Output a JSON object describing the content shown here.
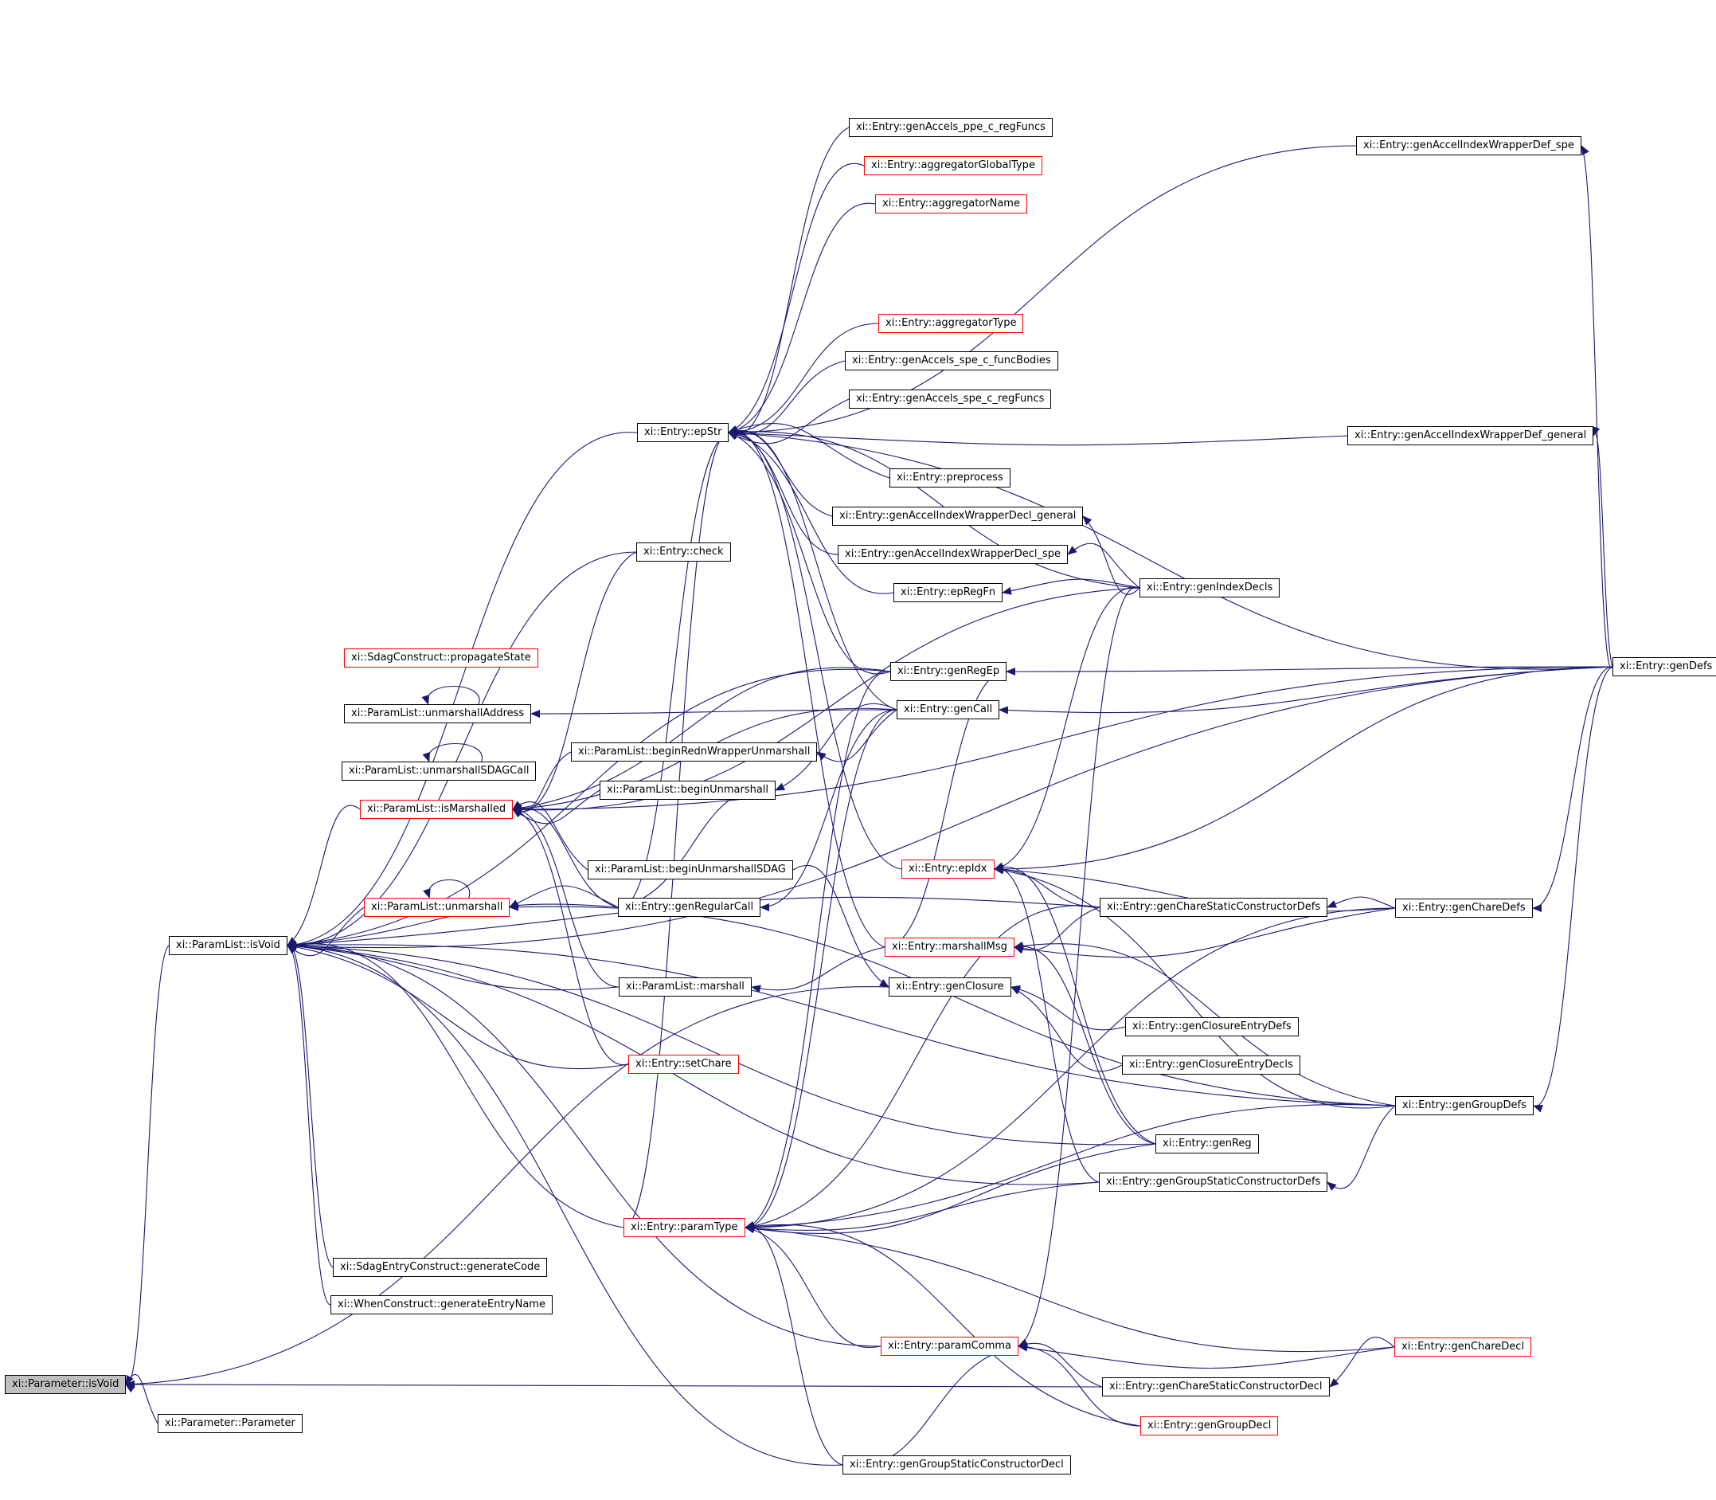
{
  "colors": {
    "edge": "#191970",
    "link_border": "#000000",
    "incomplete_border": "#ff0000",
    "focus_fill": "#bfbfbf"
  },
  "nodes": [
    {
      "id": "n_isvoid_param",
      "label": "xi::Parameter::isVoid",
      "style": "gray"
    },
    {
      "id": "n_param_ctor",
      "label": "xi::Parameter::Parameter",
      "style": "black"
    },
    {
      "id": "n_plist_isvoid",
      "label": "xi::ParamList::isVoid",
      "style": "black"
    },
    {
      "id": "n_propagate",
      "label": "xi::SdagConstruct::propagateState",
      "style": "red"
    },
    {
      "id": "n_unm_addr",
      "label": "xi::ParamList::unmarshallAddress",
      "style": "black"
    },
    {
      "id": "n_unm_sdag",
      "label": "xi::ParamList::unmarshallSDAGCall",
      "style": "black"
    },
    {
      "id": "n_ismarsh",
      "label": "xi::ParamList::isMarshalled",
      "style": "red"
    },
    {
      "id": "n_unmarsh",
      "label": "xi::ParamList::unmarshall",
      "style": "red"
    },
    {
      "id": "n_sdag_gen",
      "label": "xi::SdagEntryConstruct::generateCode",
      "style": "black"
    },
    {
      "id": "n_when_gen",
      "label": "xi::WhenConstruct::generateEntryName",
      "style": "black"
    },
    {
      "id": "n_epstr",
      "label": "xi::Entry::epStr",
      "style": "black"
    },
    {
      "id": "n_check",
      "label": "xi::Entry::check",
      "style": "black"
    },
    {
      "id": "n_begin_redn",
      "label": "xi::ParamList::beginRednWrapperUnmarshall",
      "style": "black"
    },
    {
      "id": "n_begin_unm",
      "label": "xi::ParamList::beginUnmarshall",
      "style": "black"
    },
    {
      "id": "n_begin_sdag",
      "label": "xi::ParamList::beginUnmarshallSDAG",
      "style": "black"
    },
    {
      "id": "n_genregular",
      "label": "xi::Entry::genRegularCall",
      "style": "black"
    },
    {
      "id": "n_plist_marsh",
      "label": "xi::ParamList::marshall",
      "style": "black"
    },
    {
      "id": "n_setchare",
      "label": "xi::Entry::setChare",
      "style": "red"
    },
    {
      "id": "n_paramtype",
      "label": "xi::Entry::paramType",
      "style": "red"
    },
    {
      "id": "n_ppe_reg",
      "label": "xi::Entry::genAccels_ppe_c_regFuncs",
      "style": "black"
    },
    {
      "id": "n_agg_global",
      "label": "xi::Entry::aggregatorGlobalType",
      "style": "red"
    },
    {
      "id": "n_agg_name",
      "label": "xi::Entry::aggregatorName",
      "style": "red"
    },
    {
      "id": "n_agg_type",
      "label": "xi::Entry::aggregatorType",
      "style": "red"
    },
    {
      "id": "n_spe_bodies",
      "label": "xi::Entry::genAccels_spe_c_funcBodies",
      "style": "black"
    },
    {
      "id": "n_spe_reg",
      "label": "xi::Entry::genAccels_spe_c_regFuncs",
      "style": "black"
    },
    {
      "id": "n_preprocess",
      "label": "xi::Entry::preprocess",
      "style": "black"
    },
    {
      "id": "n_wrapdecl_gen",
      "label": "xi::Entry::genAccelIndexWrapperDecl_general",
      "style": "black"
    },
    {
      "id": "n_wrapdecl_spe",
      "label": "xi::Entry::genAccelIndexWrapperDecl_spe",
      "style": "black"
    },
    {
      "id": "n_epregfn",
      "label": "xi::Entry::epRegFn",
      "style": "black"
    },
    {
      "id": "n_genregep",
      "label": "xi::Entry::genRegEp",
      "style": "black"
    },
    {
      "id": "n_gencall",
      "label": "xi::Entry::genCall",
      "style": "black"
    },
    {
      "id": "n_epidx",
      "label": "xi::Entry::epIdx",
      "style": "red"
    },
    {
      "id": "n_marshmsg",
      "label": "xi::Entry::marshallMsg",
      "style": "red"
    },
    {
      "id": "n_genclosure",
      "label": "xi::Entry::genClosure",
      "style": "black"
    },
    {
      "id": "n_paramcomma",
      "label": "xi::Entry::paramComma",
      "style": "red"
    },
    {
      "id": "n_gengroupstatic_decl",
      "label": "xi::Entry::genGroupStaticConstructorDecl",
      "style": "black"
    },
    {
      "id": "n_genindexdecls",
      "label": "xi::Entry::genIndexDecls",
      "style": "black"
    },
    {
      "id": "n_charestatic_defs",
      "label": "xi::Entry::genChareStaticConstructorDefs",
      "style": "black"
    },
    {
      "id": "n_closure_defs",
      "label": "xi::Entry::genClosureEntryDefs",
      "style": "black"
    },
    {
      "id": "n_closure_decls",
      "label": "xi::Entry::genClosureEntryDecls",
      "style": "black"
    },
    {
      "id": "n_genreg",
      "label": "xi::Entry::genReg",
      "style": "black"
    },
    {
      "id": "n_groupstatic_defs",
      "label": "xi::Entry::genGroupStaticConstructorDefs",
      "style": "black"
    },
    {
      "id": "n_charestatic_decl",
      "label": "xi::Entry::genChareStaticConstructorDecl",
      "style": "black"
    },
    {
      "id": "n_gengroupdecl",
      "label": "xi::Entry::genGroupDecl",
      "style": "red"
    },
    {
      "id": "n_wrapdef_spe",
      "label": "xi::Entry::genAccelIndexWrapperDef_spe",
      "style": "black"
    },
    {
      "id": "n_wrapdef_gen",
      "label": "xi::Entry::genAccelIndexWrapperDef_general",
      "style": "black"
    },
    {
      "id": "n_gendefs",
      "label": "xi::Entry::genDefs",
      "style": "black"
    },
    {
      "id": "n_gencharedefs",
      "label": "xi::Entry::genChareDefs",
      "style": "black"
    },
    {
      "id": "n_gengroupdefs",
      "label": "xi::Entry::genGroupDefs",
      "style": "black"
    },
    {
      "id": "n_genchareddecl",
      "label": "xi::Entry::genChareDecl",
      "style": "red"
    }
  ],
  "edges": [
    [
      "n_param_ctor",
      "n_isvoid_param"
    ],
    [
      "n_genclosure",
      "n_isvoid_param"
    ],
    [
      "n_charestatic_decl",
      "n_isvoid_param"
    ],
    [
      "n_plist_isvoid",
      "n_isvoid_param"
    ],
    [
      "n_unmarsh",
      "n_plist_isvoid"
    ],
    [
      "n_ismarsh",
      "n_plist_isvoid"
    ],
    [
      "n_epstr",
      "n_plist_isvoid"
    ],
    [
      "n_check",
      "n_plist_isvoid"
    ],
    [
      "n_plist_marsh",
      "n_plist_isvoid"
    ],
    [
      "n_setchare",
      "n_plist_isvoid"
    ],
    [
      "n_paramtype",
      "n_plist_isvoid"
    ],
    [
      "n_sdag_gen",
      "n_plist_isvoid"
    ],
    [
      "n_when_gen",
      "n_plist_isvoid"
    ],
    [
      "n_genreg",
      "n_plist_isvoid"
    ],
    [
      "n_groupstatic_defs",
      "n_plist_isvoid"
    ],
    [
      "n_charestatic_defs",
      "n_plist_isvoid"
    ],
    [
      "n_gengroupdefs",
      "n_plist_isvoid"
    ],
    [
      "n_paramcomma",
      "n_plist_isvoid"
    ],
    [
      "n_gengroupstatic_decl",
      "n_plist_isvoid"
    ],
    [
      "n_gendefs",
      "n_plist_isvoid"
    ],
    [
      "n_genregep",
      "n_plist_isvoid"
    ],
    [
      "n_genregular",
      "n_plist_isvoid"
    ],
    [
      "n_unm_addr",
      "n_unm_addr"
    ],
    [
      "n_unm_sdag",
      "n_unm_sdag"
    ],
    [
      "n_unmarsh",
      "n_unmarsh"
    ],
    [
      "n_genregular",
      "n_unmarsh"
    ],
    [
      "n_gengroupdefs",
      "n_unmarsh"
    ],
    [
      "n_gencall",
      "n_unm_addr"
    ],
    [
      "n_begin_redn",
      "n_ismarsh"
    ],
    [
      "n_begin_unm",
      "n_ismarsh"
    ],
    [
      "n_begin_sdag",
      "n_ismarsh"
    ],
    [
      "n_genregular",
      "n_ismarsh"
    ],
    [
      "n_plist_marsh",
      "n_ismarsh"
    ],
    [
      "n_setchare",
      "n_ismarsh"
    ],
    [
      "n_check",
      "n_ismarsh"
    ],
    [
      "n_genregep",
      "n_ismarsh"
    ],
    [
      "n_gencall",
      "n_ismarsh"
    ],
    [
      "n_gendefs",
      "n_ismarsh"
    ],
    [
      "n_genindexdecls",
      "n_ismarsh"
    ],
    [
      "n_ppe_reg",
      "n_epstr"
    ],
    [
      "n_agg_global",
      "n_epstr"
    ],
    [
      "n_agg_name",
      "n_epstr"
    ],
    [
      "n_agg_type",
      "n_epstr"
    ],
    [
      "n_spe_bodies",
      "n_epstr"
    ],
    [
      "n_spe_reg",
      "n_epstr"
    ],
    [
      "n_preprocess",
      "n_epstr"
    ],
    [
      "n_wrapdecl_gen",
      "n_epstr"
    ],
    [
      "n_wrapdecl_spe",
      "n_epstr"
    ],
    [
      "n_epregfn",
      "n_epstr"
    ],
    [
      "n_genregep",
      "n_epstr"
    ],
    [
      "n_gencall",
      "n_epstr"
    ],
    [
      "n_genindexdecls",
      "n_epstr"
    ],
    [
      "n_wrapdef_spe",
      "n_epstr"
    ],
    [
      "n_wrapdef_gen",
      "n_epstr"
    ],
    [
      "n_gendefs",
      "n_epstr"
    ],
    [
      "n_marshmsg",
      "n_epstr"
    ],
    [
      "n_epidx",
      "n_epstr"
    ],
    [
      "n_paramtype",
      "n_epstr"
    ],
    [
      "n_genregular",
      "n_epstr"
    ],
    [
      "n_genindexdecls",
      "n_wrapdecl_gen"
    ],
    [
      "n_genindexdecls",
      "n_wrapdecl_spe"
    ],
    [
      "n_genindexdecls",
      "n_epregfn"
    ],
    [
      "n_gendefs",
      "n_genregep"
    ],
    [
      "n_gendefs",
      "n_gencall"
    ],
    [
      "n_gencall",
      "n_begin_redn"
    ],
    [
      "n_gencall",
      "n_begin_unm"
    ],
    [
      "n_genregular",
      "n_begin_unm"
    ],
    [
      "n_gencall",
      "n_genregular"
    ],
    [
      "n_marshmsg",
      "n_plist_marsh"
    ],
    [
      "n_gendefs",
      "n_wrapdef_spe"
    ],
    [
      "n_gendefs",
      "n_wrapdef_gen"
    ],
    [
      "n_genindexdecls",
      "n_epidx"
    ],
    [
      "n_charestatic_defs",
      "n_epidx"
    ],
    [
      "n_gencharedefs",
      "n_epidx"
    ],
    [
      "n_gengroupdefs",
      "n_epidx"
    ],
    [
      "n_genreg",
      "n_epidx"
    ],
    [
      "n_groupstatic_defs",
      "n_epidx"
    ],
    [
      "n_gendefs",
      "n_epidx"
    ],
    [
      "n_charestatic_defs",
      "n_marshmsg"
    ],
    [
      "n_gencharedefs",
      "n_marshmsg"
    ],
    [
      "n_gengroupdefs",
      "n_marshmsg"
    ],
    [
      "n_genreg",
      "n_marshmsg"
    ],
    [
      "n_genregep",
      "n_marshmsg"
    ],
    [
      "n_closure_defs",
      "n_genclosure"
    ],
    [
      "n_closure_decls",
      "n_genclosure"
    ],
    [
      "n_begin_sdag",
      "n_genclosure"
    ],
    [
      "n_gencharedefs",
      "n_charestatic_defs"
    ],
    [
      "n_gendefs",
      "n_gencharedefs"
    ],
    [
      "n_gendefs",
      "n_gengroupdefs"
    ],
    [
      "n_gengroupdefs",
      "n_groupstatic_defs"
    ],
    [
      "n_genchareddecl",
      "n_charestatic_decl"
    ],
    [
      "n_charestatic_decl",
      "n_paramcomma"
    ],
    [
      "n_gengroupdecl",
      "n_paramcomma"
    ],
    [
      "n_gengroupstatic_decl",
      "n_paramcomma"
    ],
    [
      "n_genchareddecl",
      "n_paramcomma"
    ],
    [
      "n_genindexdecls",
      "n_paramcomma"
    ],
    [
      "n_genregep",
      "n_paramtype"
    ],
    [
      "n_gencall",
      "n_paramtype"
    ],
    [
      "n_groupstatic_defs",
      "n_paramtype"
    ],
    [
      "n_genreg",
      "n_paramtype"
    ],
    [
      "n_charestatic_defs",
      "n_paramtype"
    ],
    [
      "n_gengroupdefs",
      "n_paramtype"
    ],
    [
      "n_gencharedefs",
      "n_paramtype"
    ],
    [
      "n_paramcomma",
      "n_paramtype"
    ],
    [
      "n_genchareddecl",
      "n_paramtype"
    ],
    [
      "n_gengroupdecl",
      "n_paramtype"
    ],
    [
      "n_gengroupstatic_decl",
      "n_paramtype"
    ]
  ]
}
